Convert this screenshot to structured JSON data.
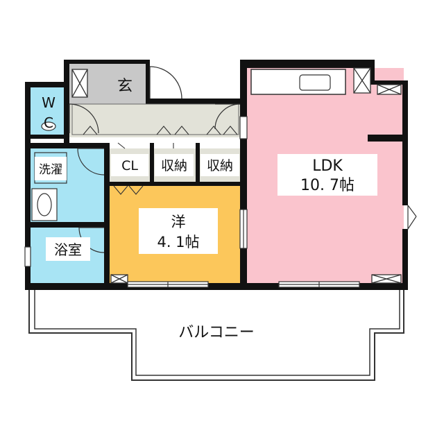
{
  "floorplan": {
    "rooms": {
      "entrance": {
        "label": "玄",
        "color": "#c8c8c8"
      },
      "wc": {
        "label_line1": "W",
        "label_line2": "C",
        "color": "#a8e4f4"
      },
      "laundry": {
        "label": "洗濯",
        "color": "#a8e4f4"
      },
      "bath": {
        "label": "浴室",
        "color": "#a8e4f4"
      },
      "closet": {
        "label": "CL"
      },
      "storage_a": {
        "label": "収納"
      },
      "storage_b": {
        "label": "収納"
      },
      "western": {
        "label_line1": "洋",
        "label_line2": "4. 1帖",
        "color": "#fcc75b"
      },
      "ldk": {
        "label_line1": "LDK",
        "label_line2": "10. 7帖",
        "color": "#fac4cd"
      },
      "balcony": {
        "label": "バルコニー"
      }
    },
    "colors": {
      "wall": "#111111",
      "hallway": "#e2e2d8",
      "storage": "#e2e2d8",
      "balcony": "#ffffff"
    }
  }
}
